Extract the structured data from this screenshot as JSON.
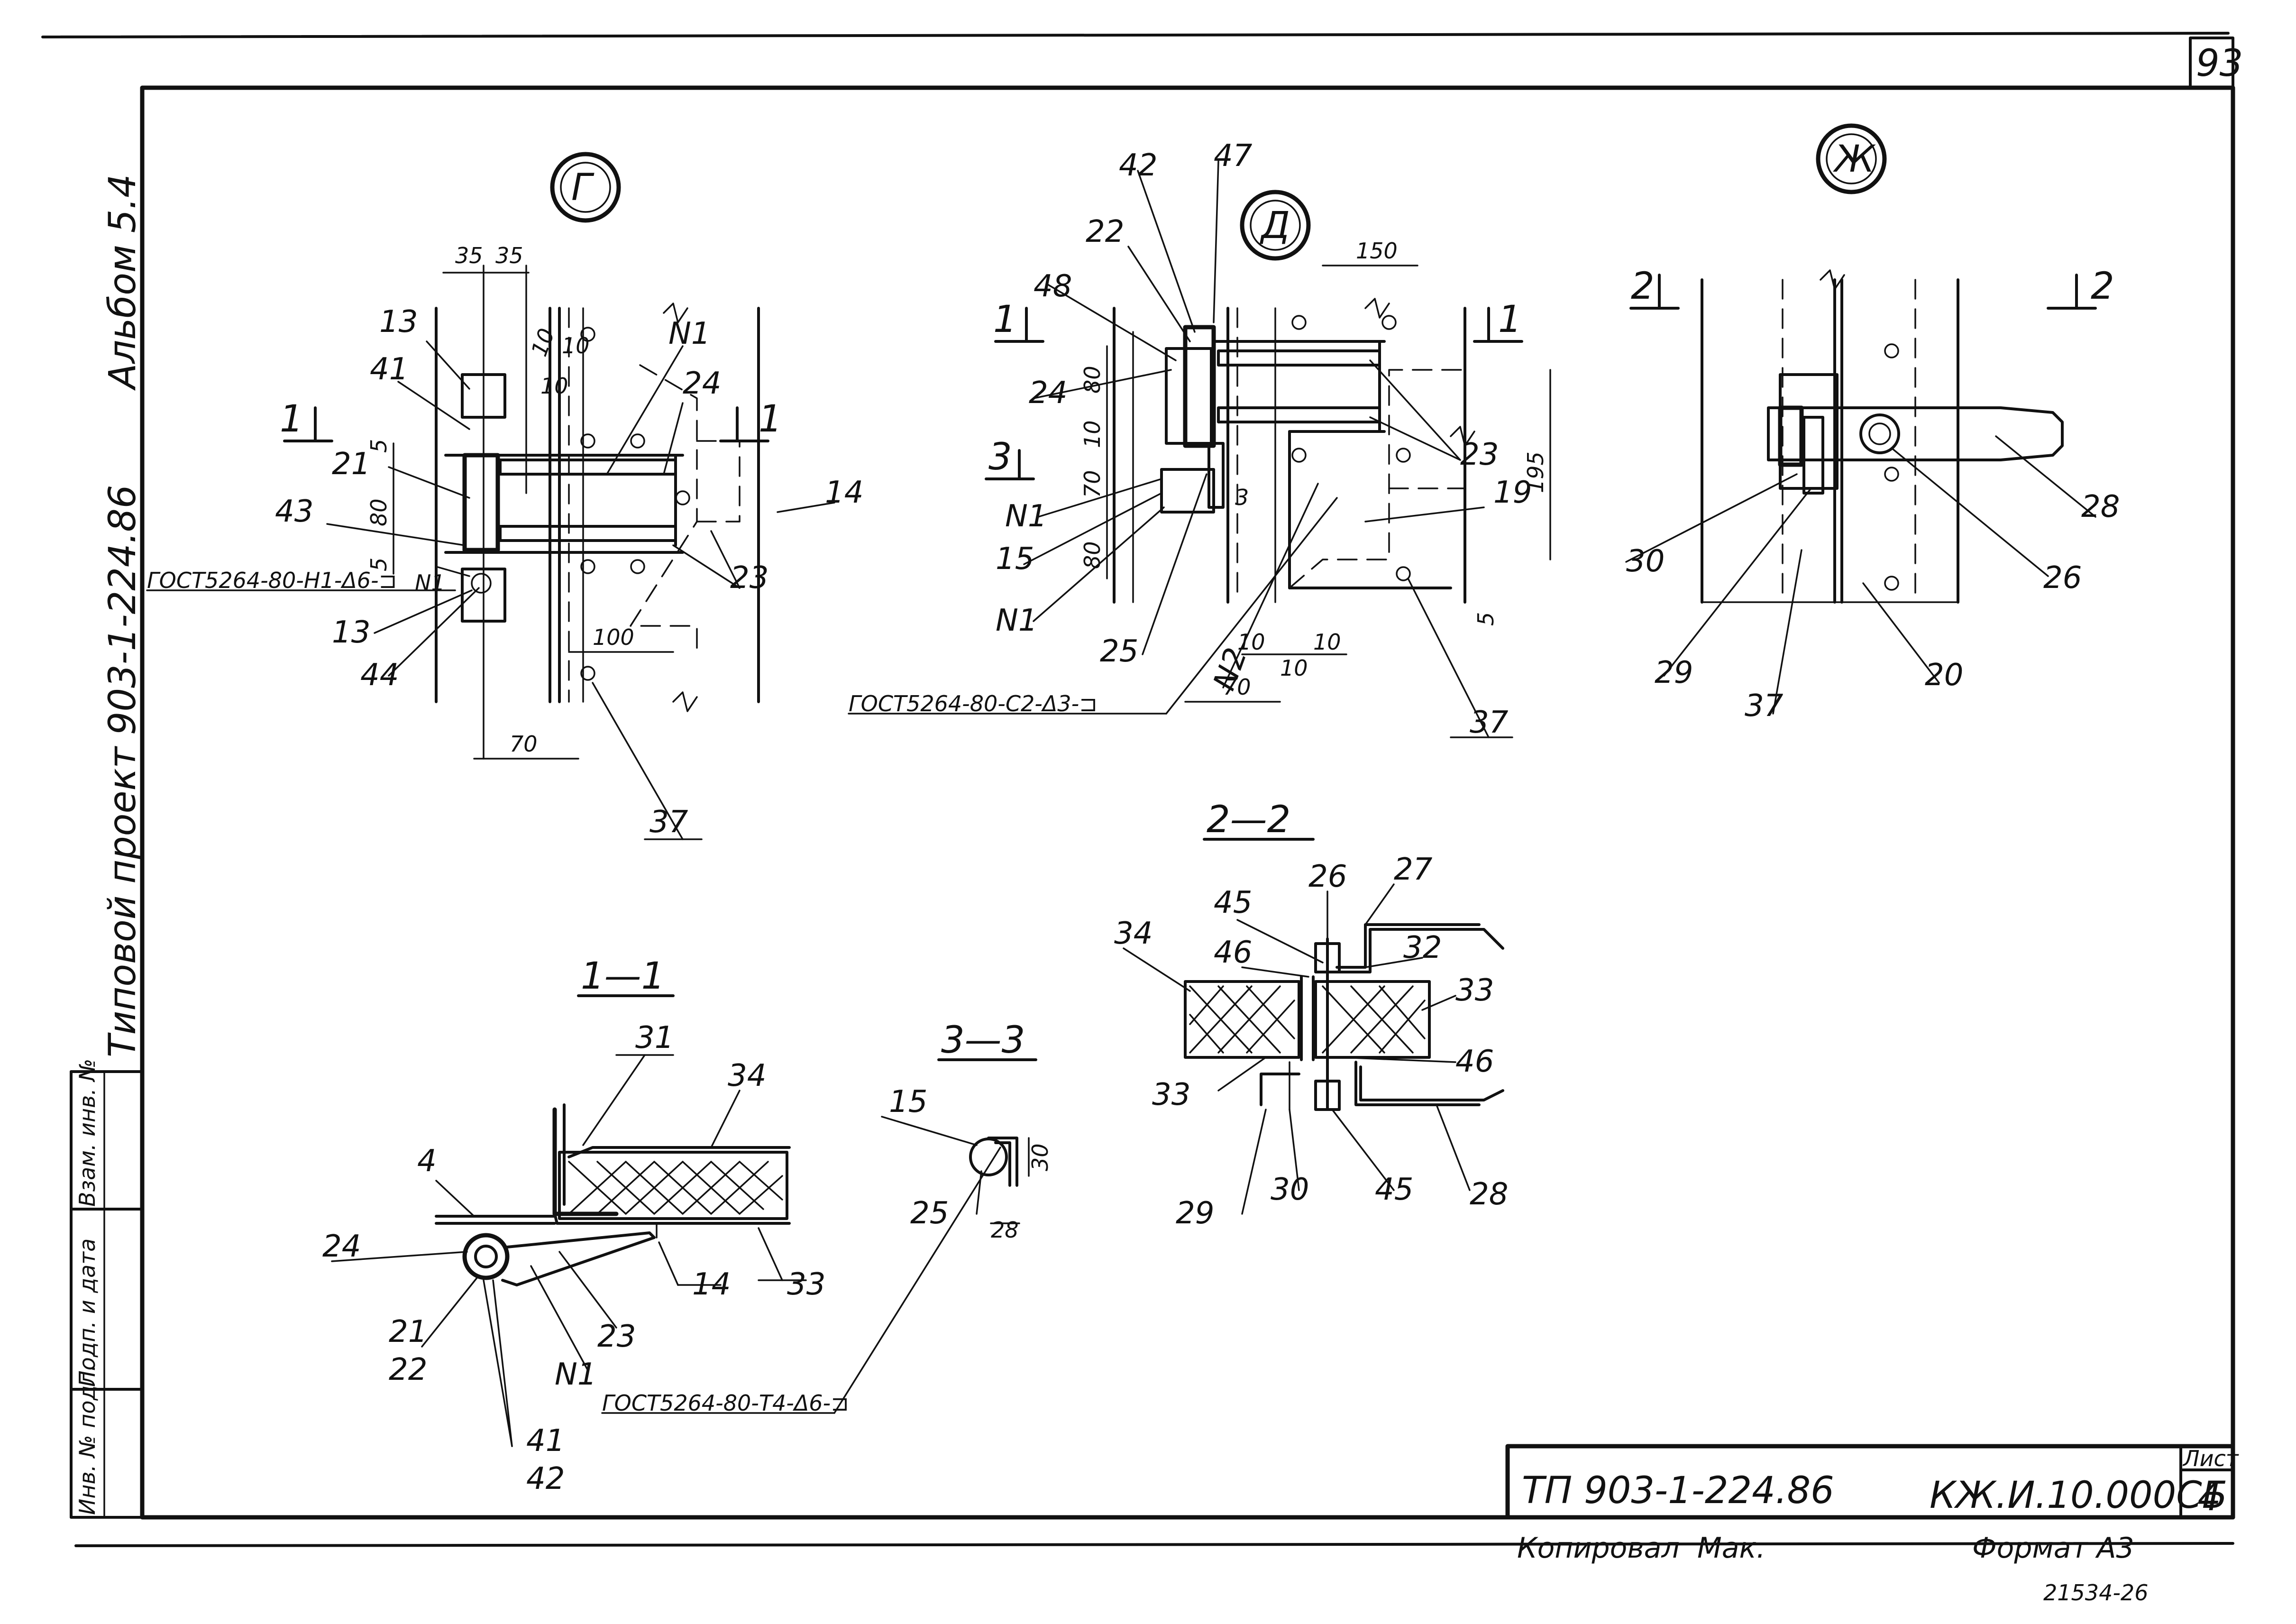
{
  "sheet": {
    "page_number": "93",
    "album": "Альбом 5.4",
    "project": "Типовой проект 903-1-224.86",
    "sidebar_cells": [
      "Инв. № подл.",
      "Подп. и дата",
      "Взам. инв. №"
    ]
  },
  "views": {
    "g": {
      "mark": "Г",
      "dims": [
        "35",
        "35",
        "10",
        "10",
        "10",
        "5",
        "80",
        "5",
        "100",
        "70"
      ],
      "labels": [
        "13",
        "41",
        "21",
        "43",
        "13",
        "44",
        "N1",
        "24",
        "14",
        "23",
        "37",
        "N1"
      ],
      "section_marks": [
        "1",
        "1"
      ],
      "weld": "ГОСТ5264-80-Н1-Δ6-⊐"
    },
    "d": {
      "mark": "Д",
      "dims": [
        "150",
        "195",
        "80",
        "10",
        "70",
        "80",
        "10",
        "10",
        "10",
        "70",
        "5"
      ],
      "labels": [
        "42",
        "47",
        "22",
        "48",
        "24",
        "N1",
        "15",
        "N1",
        "25",
        "N2",
        "23",
        "19",
        "37"
      ],
      "section_marks": [
        "1",
        "1",
        "3",
        "3"
      ],
      "weld": "ГОСТ5264-80-С2-Δ3-⊐"
    },
    "zh": {
      "mark": "Ж",
      "labels": [
        "28",
        "30",
        "26",
        "29",
        "37",
        "20"
      ],
      "section_marks": [
        "2",
        "2"
      ]
    }
  },
  "sections": {
    "s11": {
      "title": "1—1",
      "labels": [
        "4",
        "31",
        "34",
        "24",
        "21",
        "22",
        "23",
        "14",
        "33",
        "N1",
        "41",
        "42"
      ],
      "weld": "ГОСТ5264-80-Т4-Δ6-⊐"
    },
    "s33": {
      "title": "3—3",
      "labels": [
        "15",
        "25"
      ],
      "dims": [
        "30",
        "28"
      ]
    },
    "s22": {
      "title": "2—2",
      "labels": [
        "45",
        "26",
        "27",
        "34",
        "46",
        "32",
        "33",
        "33",
        "46",
        "29",
        "30",
        "45",
        "28"
      ]
    }
  },
  "title_block": {
    "project_code": "ТП 903-1-224.86",
    "drawing_code": "КЖ.И.10.000СБ",
    "sheet_label": "Лист",
    "sheet_no": "4",
    "copied_by": "Копировал",
    "copier_signature": "Мак.",
    "format": "Формат А3",
    "archive_no": "21534-26"
  }
}
